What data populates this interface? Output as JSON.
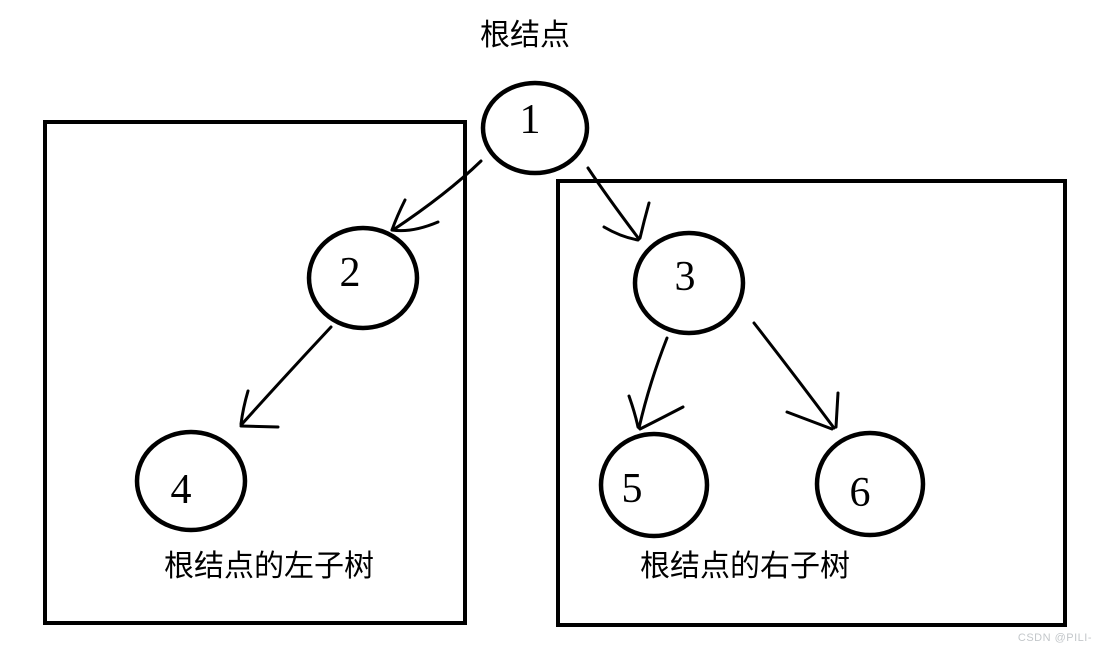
{
  "diagram": {
    "title": "根结点",
    "left_box_label": "根结点的左子树",
    "right_box_label": "根结点的右子树",
    "nodes": [
      {
        "id": "1",
        "label": "1"
      },
      {
        "id": "2",
        "label": "2"
      },
      {
        "id": "3",
        "label": "3"
      },
      {
        "id": "4",
        "label": "4"
      },
      {
        "id": "5",
        "label": "5"
      },
      {
        "id": "6",
        "label": "6"
      }
    ],
    "edges": [
      {
        "from": "1",
        "to": "2"
      },
      {
        "from": "1",
        "to": "3"
      },
      {
        "from": "2",
        "to": "4"
      },
      {
        "from": "3",
        "to": "5"
      },
      {
        "from": "3",
        "to": "6"
      }
    ],
    "colors": {
      "stroke": "#000000",
      "background": "#ffffff",
      "watermark": "#c3c7ca"
    }
  },
  "watermark": "CSDN @PILI-"
}
